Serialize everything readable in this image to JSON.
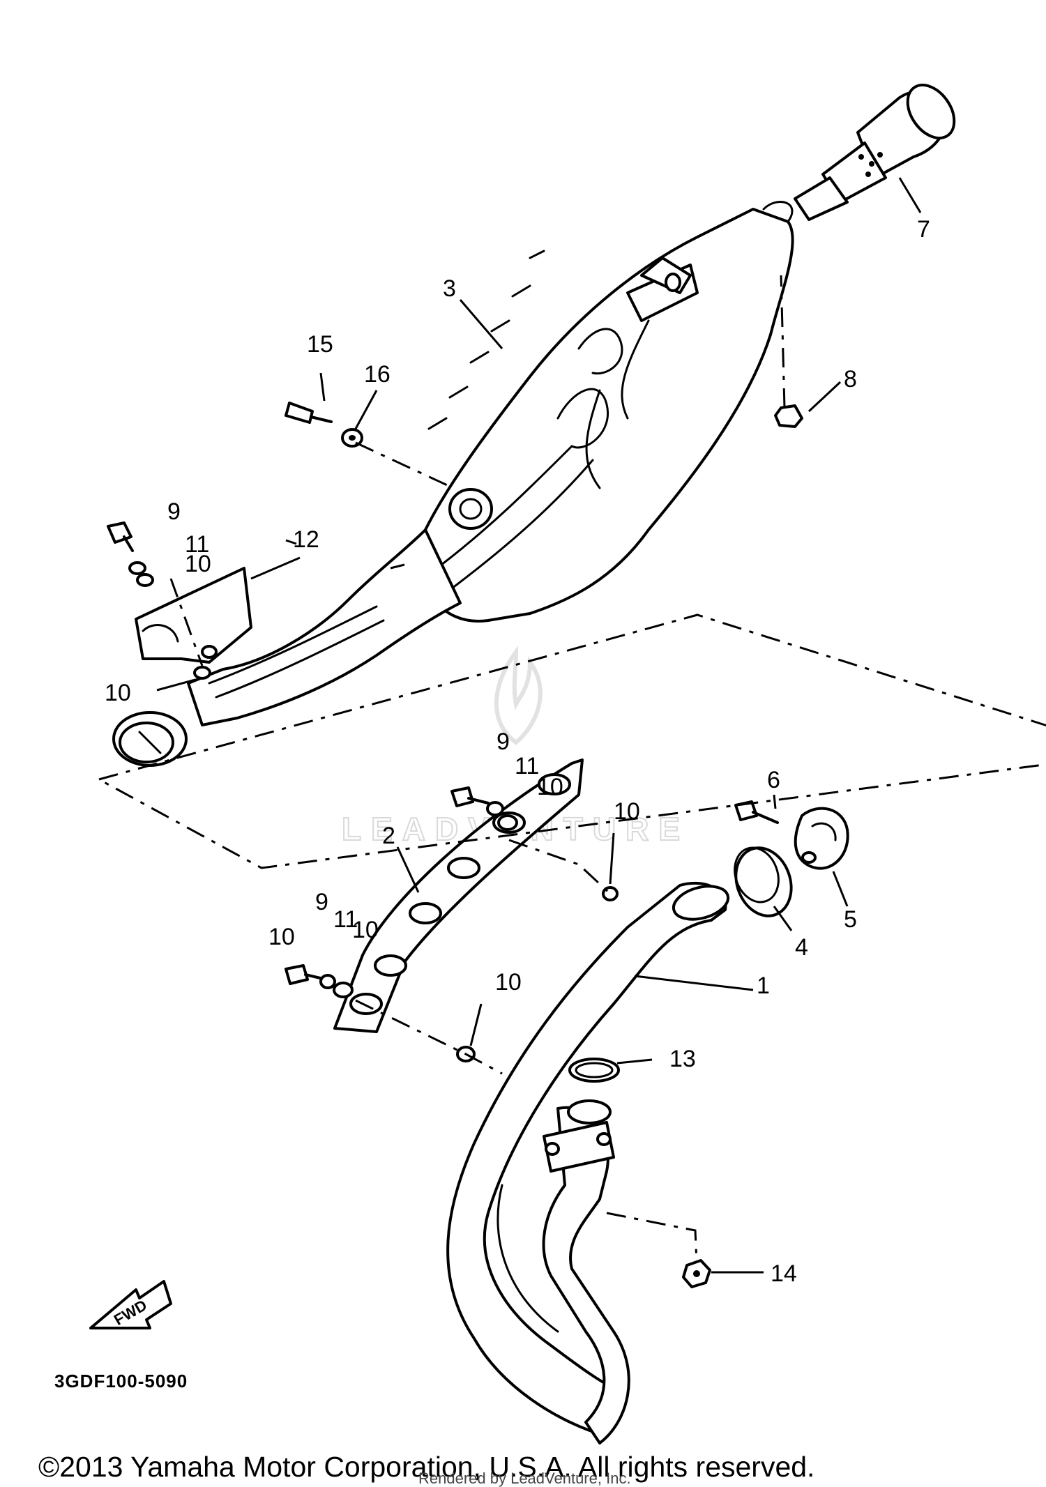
{
  "diagram": {
    "diagram_code": "3GDF100-5090",
    "fwd_label": "FWD",
    "watermark": "LEADVENTURE",
    "copyright": "©2013 Yamaha Motor Corporation, U.S.A. All rights reserved.",
    "rendered_by": "Rendered by LeadVenture, Inc.",
    "callouts": [
      {
        "id": "1",
        "text": "1"
      },
      {
        "id": "2",
        "text": "2"
      },
      {
        "id": "3",
        "text": "3"
      },
      {
        "id": "4",
        "text": "4"
      },
      {
        "id": "5",
        "text": "5"
      },
      {
        "id": "6",
        "text": "6"
      },
      {
        "id": "7",
        "text": "7"
      },
      {
        "id": "8",
        "text": "8"
      },
      {
        "id": "9a",
        "text": "9"
      },
      {
        "id": "9b",
        "text": "9"
      },
      {
        "id": "9c",
        "text": "9"
      },
      {
        "id": "10a",
        "text": "10"
      },
      {
        "id": "10b",
        "text": "10"
      },
      {
        "id": "10c",
        "text": "10"
      },
      {
        "id": "10d",
        "text": "10"
      },
      {
        "id": "10e",
        "text": "10"
      },
      {
        "id": "10f",
        "text": "10"
      },
      {
        "id": "10g",
        "text": "10"
      },
      {
        "id": "11a",
        "text": "11"
      },
      {
        "id": "11b",
        "text": "11"
      },
      {
        "id": "11c",
        "text": "11"
      },
      {
        "id": "12",
        "text": "12"
      },
      {
        "id": "13",
        "text": "13"
      },
      {
        "id": "14",
        "text": "14"
      },
      {
        "id": "15",
        "text": "15"
      },
      {
        "id": "16",
        "text": "16"
      }
    ]
  }
}
